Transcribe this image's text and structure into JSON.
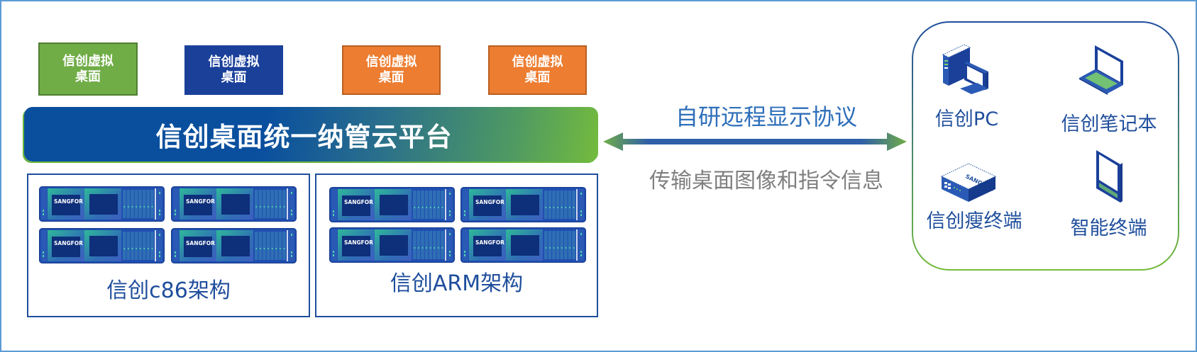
{
  "virtual_desktops": [
    {
      "line1": "信创虚拟",
      "line2": "桌面",
      "color": "#70ad47"
    },
    {
      "line1": "信创虚拟",
      "line2": "桌面",
      "color": "#1a409a"
    },
    {
      "line1": "信创虚拟",
      "line2": "桌面",
      "color": "#ed7d31"
    },
    {
      "line1": "信创虚拟",
      "line2": "桌面",
      "color": "#ed7d31"
    }
  ],
  "platform": {
    "title": "信创桌面统一纳管云平台"
  },
  "architectures": [
    {
      "label": "信创c86架构",
      "server_brand": "SANGFOR",
      "server_count": 4
    },
    {
      "label": "信创ARM架构",
      "server_brand": "SANGFOR",
      "server_count": 4
    }
  ],
  "protocol": {
    "title": "自研远程显示协议",
    "subtitle": "传输桌面图像和指令信息"
  },
  "endpoints": [
    {
      "label": "信创PC",
      "icon": "desktop-pc-icon"
    },
    {
      "label": "信创笔记本",
      "icon": "laptop-icon"
    },
    {
      "label": "信创瘦终端",
      "icon": "thin-client-icon",
      "brand": "SANGFOR"
    },
    {
      "label": "智能终端",
      "icon": "tablet-icon"
    }
  ],
  "colors": {
    "brand_blue": "#1f4e9c",
    "accent_green": "#70ad47",
    "accent_orange": "#ed7d31",
    "frame": "#5b9bd5"
  }
}
